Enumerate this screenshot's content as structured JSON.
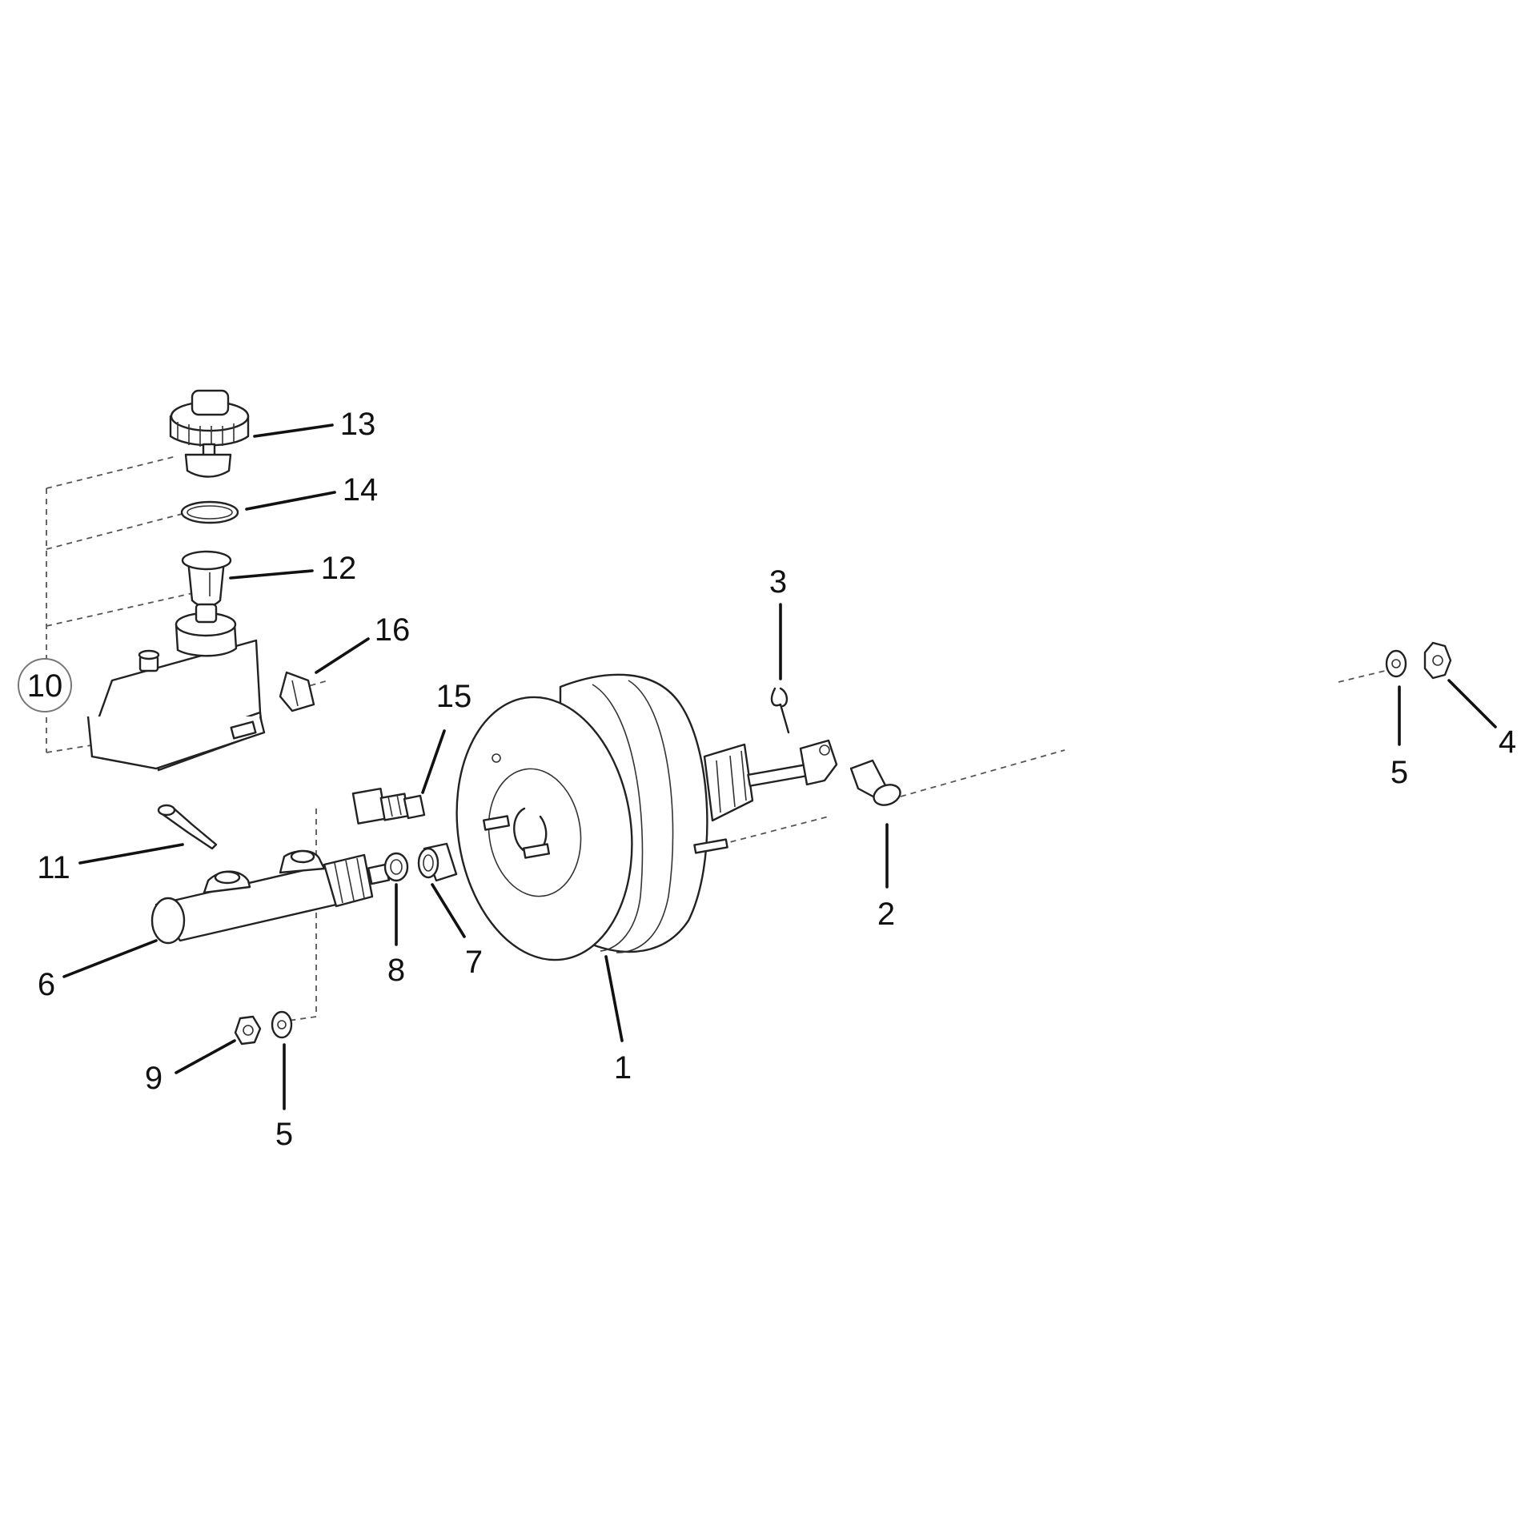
{
  "diagram": {
    "callouts": [
      {
        "id": "c1",
        "text": "1"
      },
      {
        "id": "c2",
        "text": "2"
      },
      {
        "id": "c3",
        "text": "3"
      },
      {
        "id": "c4",
        "text": "4"
      },
      {
        "id": "c5a",
        "text": "5"
      },
      {
        "id": "c5b",
        "text": "5"
      },
      {
        "id": "c6",
        "text": "6"
      },
      {
        "id": "c7",
        "text": "7"
      },
      {
        "id": "c8",
        "text": "8"
      },
      {
        "id": "c9",
        "text": "9"
      },
      {
        "id": "c10",
        "text": "10"
      },
      {
        "id": "c11",
        "text": "11"
      },
      {
        "id": "c12",
        "text": "12"
      },
      {
        "id": "c13",
        "text": "13"
      },
      {
        "id": "c14",
        "text": "14"
      },
      {
        "id": "c15",
        "text": "15"
      },
      {
        "id": "c16",
        "text": "16"
      }
    ]
  }
}
